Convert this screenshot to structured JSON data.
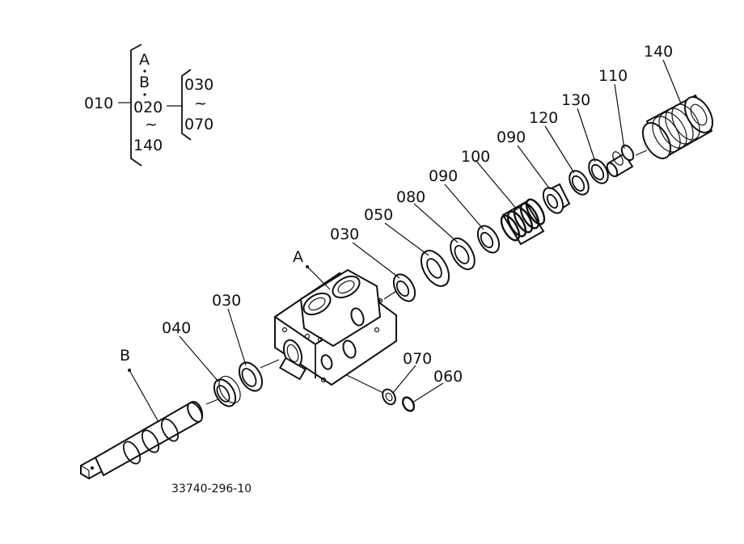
{
  "assembly": {
    "top": "010",
    "sub": "020",
    "members": [
      "A",
      "B",
      "020",
      "140"
    ],
    "subrange_start": "030",
    "subrange_end": "070",
    "range_mark": "~"
  },
  "callouts": {
    "c140": "140",
    "c110": "110",
    "c130": "130",
    "c120": "120",
    "c090a": "090",
    "c100": "100",
    "c090b": "090",
    "c080": "080",
    "c050": "050",
    "c030a": "030",
    "cA": "A",
    "c030b": "030",
    "c040": "040",
    "cB": "B",
    "c070": "070",
    "c060": "060"
  },
  "drawing_number": "33740-296-10"
}
